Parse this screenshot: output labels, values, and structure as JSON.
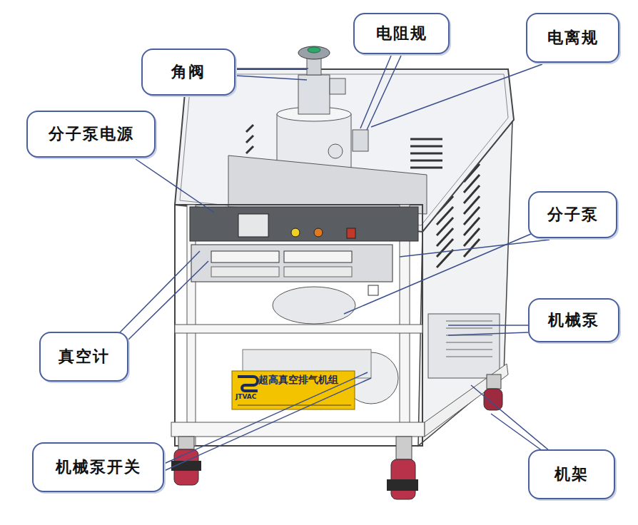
{
  "diagram": {
    "nodes": [
      {
        "text": [
          "电阻规"
        ]
      },
      {
        "text": [
          "电离规"
        ]
      },
      {
        "text": [
          "角阀"
        ]
      },
      {
        "text": [
          "分子泵电源"
        ]
      },
      {
        "text": [
          "分子泵"
        ]
      },
      {
        "text": [
          "机械泵"
        ]
      },
      {
        "text": [
          "真空计"
        ]
      },
      {
        "text": [
          "机械泵开关"
        ]
      },
      {
        "text": [
          "机架"
        ]
      }
    ],
    "labels": [
      "超高真空排气机组",
      "JTVAC"
    ]
  }
}
